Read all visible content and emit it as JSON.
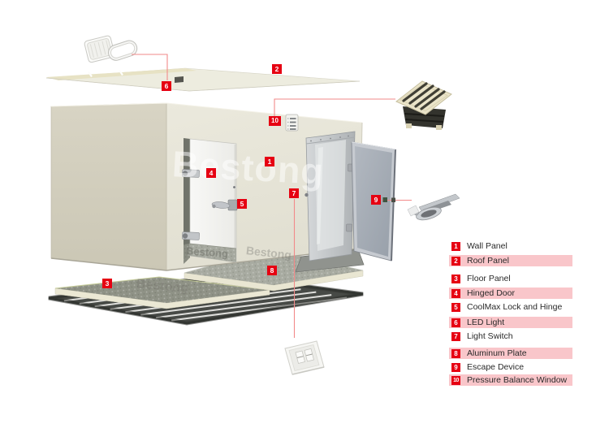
{
  "colors": {
    "accent_red": "#e60012",
    "highlight_pink": "#f9c6ca",
    "connector_red": "#f28a8a"
  },
  "watermark": {
    "text": "Bestong"
  },
  "callouts": [
    "1",
    "2",
    "3",
    "4",
    "5",
    "6",
    "7",
    "8",
    "9",
    "10"
  ],
  "legend": {
    "items": [
      {
        "num": "1",
        "label": "Wall Panel"
      },
      {
        "num": "2",
        "label": "Roof Panel"
      },
      {
        "num": "3",
        "label": "Floor Panel"
      },
      {
        "num": "4",
        "label": "Hinged Door"
      },
      {
        "num": "5",
        "label": "CoolMax Lock and Hinge"
      },
      {
        "num": "6",
        "label": "LED Light"
      },
      {
        "num": "7",
        "label": "Light Switch"
      },
      {
        "num": "8",
        "label": "Aluminum Plate"
      },
      {
        "num": "9",
        "label": "Escape Device"
      },
      {
        "num": "10",
        "label": "Pressure Balance Window"
      }
    ]
  }
}
